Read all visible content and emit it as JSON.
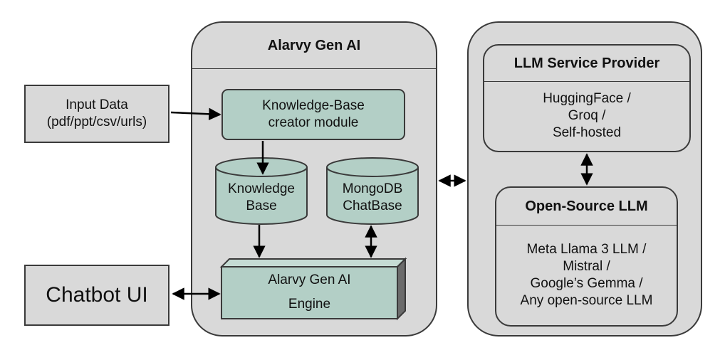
{
  "input_data": {
    "line1": "Input Data",
    "line2": "(pdf/ppt/csv/urls)"
  },
  "chatbot_ui": "Chatbot UI",
  "alarvy_panel": {
    "title": "Alarvy Gen AI",
    "kb_creator": {
      "line1": "Knowledge-Base",
      "line2": "creator module"
    },
    "knowledge_base": {
      "line1": "Knowledge",
      "line2": "Base"
    },
    "mongodb": {
      "line1": "MongoDB",
      "line2": "ChatBase"
    },
    "engine": {
      "line1": "Alarvy Gen AI",
      "line2": "Engine"
    }
  },
  "llm_provider": {
    "title": "LLM Service Provider",
    "lines": [
      "HuggingFace /",
      "Groq /",
      "Self-hosted"
    ]
  },
  "open_source_llm": {
    "title": "Open-Source LLM",
    "lines": [
      "Meta Llama 3 LLM /",
      "Mistral /",
      "Google’s Gemma /",
      "Any open-source LLM"
    ]
  },
  "colors": {
    "panel": "#d9d9d9",
    "module": "#b3cfc6",
    "stroke": "#3a3a3a"
  }
}
